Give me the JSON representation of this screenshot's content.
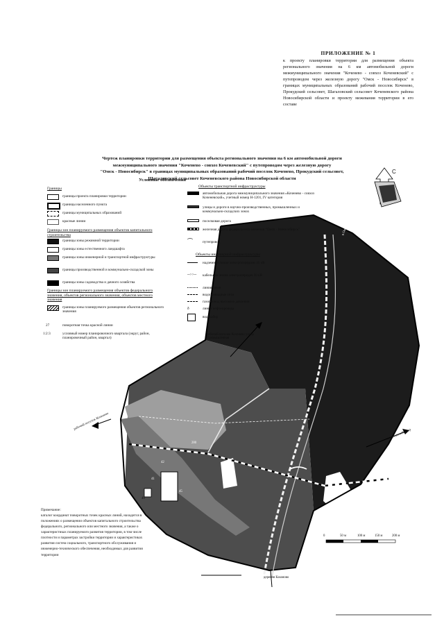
{
  "appendix": {
    "title": "ПРИЛОЖЕНИЕ № 1",
    "text": "к проекту планировки территории для размещения объекта регионального значения на 6 км автомобильной дороги межмуниципального значения \"Коченево - совхоз Коченевский\" с путепроводом через железную дорогу \"Омск - Новосибирск\" в границах муниципальных образований рабочий поселок Коченево, Прокудский сельсовет, Шагаловский сельсовет Коченевского района Новосибирской области и проекту межевания территории в его составе"
  },
  "title": {
    "line1": "Чертеж планировки территории для размещения объекта регионального значения на 6 км автомобильной дороги",
    "line2": "межмуниципального значения \"Коченево - совхоз Коченевский\" с путепроводом через железную дорогу",
    "line3": "\"Омск - Новосибирск\" в границах муниципальных образований рабочий поселок Коченево, Прокудский сельсовет,",
    "line4": "Шагаловский сельсовет Коченевского района Новосибирской области"
  },
  "legend": {
    "title": "Условные обозначения",
    "borders_heading": "Границы",
    "border_items": [
      "границы проекта планировки территории",
      "границы населенного пункта",
      "границы муниципальных образований",
      "красные линии"
    ],
    "zones_heading": "Границы зон планируемого размещения объектов капитального строительства",
    "zone_items": [
      "границы зоны режимной территории",
      "границы зоны естественного ландшафта",
      "границы зоны инженерной и транспортной инфраструктуры",
      "границы производственной и коммунально-складской зоны",
      "границы зоны садоводства и дачного хозяйства"
    ],
    "federal_heading": "Границы зон планируемого размещения объектов федерального значения, объектов регионального значения, объектов местного значения",
    "federal_item": "границы зоны планируемого размещения объектов регионального значения",
    "point_symbol": "27",
    "point_item": "поворотная точка красной линии",
    "quarter_symbol": "1:2:3",
    "quarter_item": "условный номер планировочного квартала (округ, район, планировочный район, квартал)",
    "transport_heading": "Объекты транспортной инфраструктуры",
    "transport_items": [
      "автомобильная дорога межмуниципального значения «Коченево - совхоз Коченевский», учетный номер Н-1201, IV категория",
      "улицы и дороги в научно-производственных, промышленных и коммунально-складских зонах",
      "поселковая дорога",
      "железная дорога федерального значения \"Омск - Новосибирск\"",
      "путепровод"
    ],
    "engineering_heading": "Объекты инженерной инфраструктуры",
    "engineering_items": [
      "надземная линия электропередачи 10 кВ",
      "кабельная линия электропередач 10 кВ",
      "линия связи",
      "водопроводные сети",
      "газопровод высокого давления",
      "линия нефтепровода",
      "водозабор"
    ]
  },
  "map_labels": {
    "north": "С",
    "road_top": "в Омск",
    "settlement_center": "рабочий поселок Коченево улица Промышленная",
    "settlement_left": "рабочий поселок Коченево",
    "to_ne": "к Новосибирску",
    "to_south": "деревня Казаново",
    "q1": "280",
    "q2": "41",
    "q3": "42",
    "q4": "45",
    "q5": "46"
  },
  "note": {
    "title": "Примечание:",
    "text": "каталог координат поворотных точек красных линий, находится в положениях о размещении объектов капитального строительства федерального, регионального или местного значения, а также о характеристиках планируемого развития территории, в том числе плотности и параметрах застройки территории и характеристиках развития систем социального, транспортного обслуживания и инженерно-технического обеспечения, необходимых для развития территории"
  },
  "scale": {
    "labels": [
      "0",
      "50 м",
      "100 м",
      "150 м",
      "200 м"
    ]
  },
  "colors": {
    "ink": "#111111",
    "zone_dark": "#1a1a1a",
    "zone_mid": "#5a5a5a",
    "zone_light": "#bdbdbd"
  }
}
